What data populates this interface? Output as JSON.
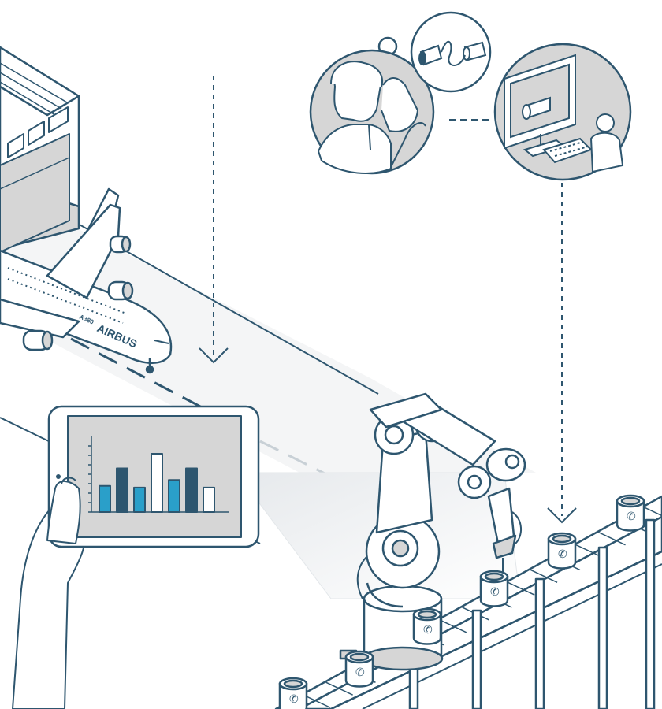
{
  "airplane": {
    "brand": "AIRBUS",
    "model": "A380"
  },
  "tablet_chart": {
    "bars": [
      {
        "value": 0.45,
        "color": "#2a9fc9"
      },
      {
        "value": 0.75,
        "color": "#2e566f"
      },
      {
        "value": 0.42,
        "color": "#2a9fc9"
      },
      {
        "value": 1.0,
        "color": "#ffffff"
      },
      {
        "value": 0.55,
        "color": "#2a9fc9"
      },
      {
        "value": 0.75,
        "color": "#2e566f"
      },
      {
        "value": 0.42,
        "color": "#ffffff"
      }
    ]
  },
  "colors": {
    "line": "#2e566f",
    "fill_grey": "#d6d6d6",
    "accent_blue": "#2a9fc9",
    "background": "#ffffff"
  },
  "icons": [
    "thought-bubble-icon",
    "tube-part-icon",
    "phone-symbol-icon",
    "monitor-icon",
    "keyboard-icon"
  ]
}
